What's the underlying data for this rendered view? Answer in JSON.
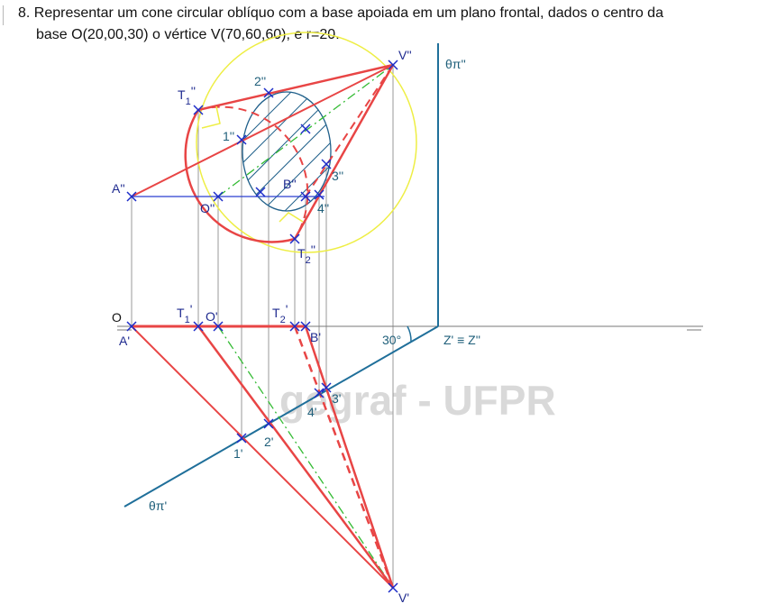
{
  "problem": {
    "line1": "8. Representar um cone circular oblíquo com a base apoiada em um plano frontal, dados o centro da",
    "line2": "base O(20,00,30) o vértice V(70,60,60), e r=20."
  },
  "watermark": "gegraf - UFPR",
  "labels": {
    "theta_pi_front": "θπ''",
    "theta_pi_top": "θπ'",
    "angle": "30°",
    "z_axis": "Z' ≡ Z''",
    "origin": "O",
    "v2": "V''",
    "v1": "V'",
    "a2": "A''",
    "a1": "A'",
    "o2": "O''",
    "o1": "O'",
    "b2": "B''",
    "b1": "B'",
    "t1_2": "T",
    "t1_2_sub": "1",
    "t1_2_prime": "''",
    "t2_2": "T",
    "t2_2_sub": "2",
    "t2_2_prime": "''",
    "t1_1": "T",
    "t1_1_sub": "1",
    "t1_1_prime": "'",
    "t2_1": "T",
    "t2_1_sub": "2",
    "t2_1_prime": "'",
    "p1_2": "1''",
    "p2_2": "2''",
    "p3_2": "3''",
    "p4_2": "4''",
    "p1_1": "1'",
    "p2_1": "2'",
    "p3_1": "3'",
    "p4_1": "4'"
  },
  "colors": {
    "contour": "#e84545",
    "projection_line": "#1f6f9a",
    "marker": "#1b2bc8",
    "axis_dashdot": "#33bb33",
    "sphere": "#eeee44",
    "hatch": "#1f5f8a",
    "reference": "#9a9a9a"
  }
}
